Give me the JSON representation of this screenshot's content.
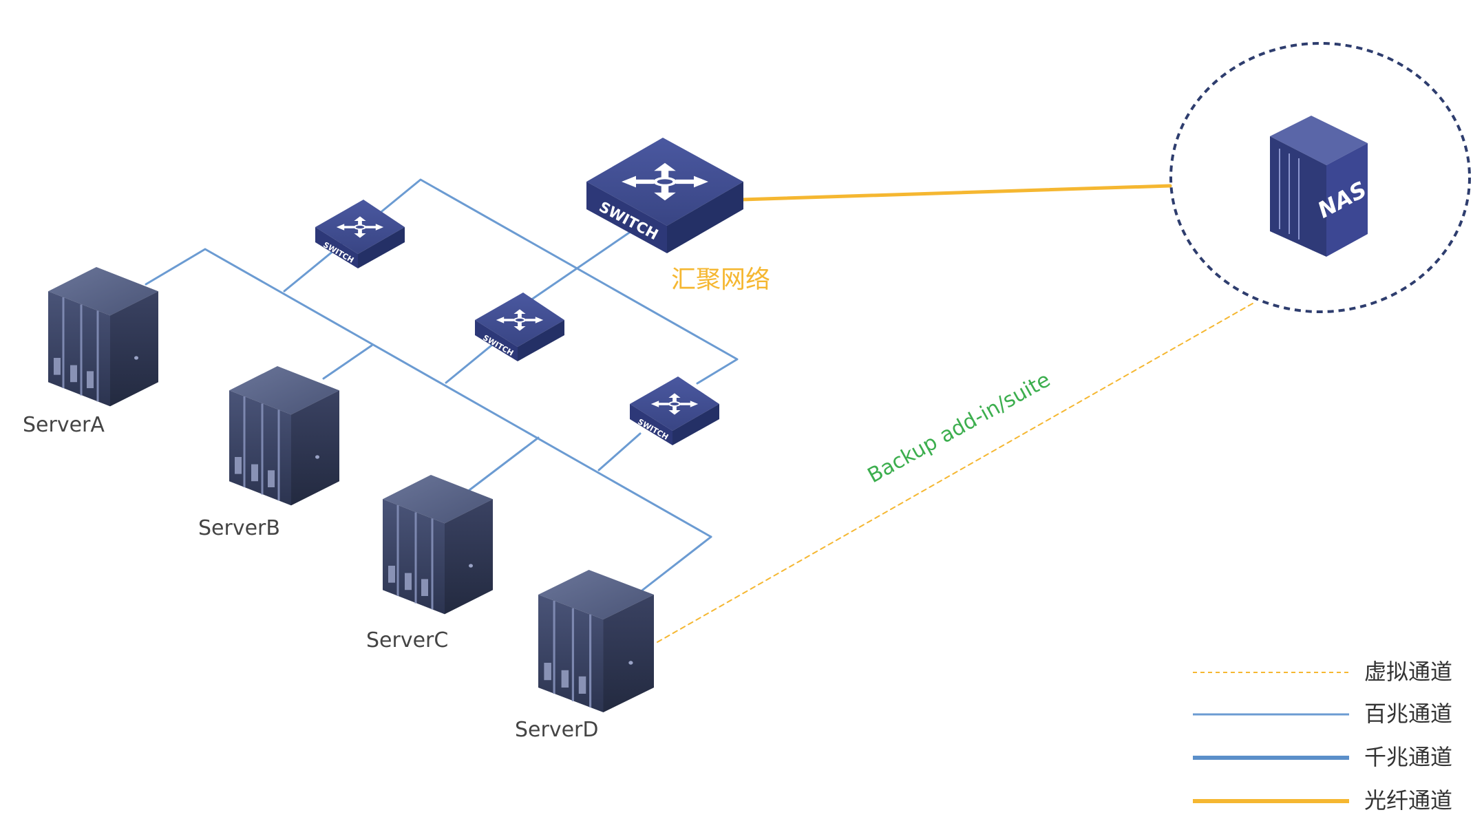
{
  "servers": [
    {
      "id": "A",
      "label": "ServerA"
    },
    {
      "id": "B",
      "label": "ServerB"
    },
    {
      "id": "C",
      "label": "ServerC"
    },
    {
      "id": "D",
      "label": "ServerD"
    }
  ],
  "core_switch": {
    "text": "SWITCH",
    "caption": "汇聚网络"
  },
  "access_switch_text": "SWITCH",
  "nas": {
    "text": "NAS"
  },
  "backup_link_label": "Backup add-in/suite",
  "legend": [
    {
      "style": "dashed-orange",
      "label": "虚拟通道"
    },
    {
      "style": "thin-blue",
      "label": "百兆通道"
    },
    {
      "style": "thick-blue",
      "label": "千兆通道"
    },
    {
      "style": "orange",
      "label": "光纤通道"
    }
  ],
  "colors": {
    "link_blue": "#6b9bd2",
    "link_orange": "#f5b731",
    "caption_orange": "#f5b731",
    "backup_green": "#3cae4e",
    "device_navy": "#3c4785",
    "server_dark": "#2c3550",
    "nas_circle": "#2e3d6e"
  }
}
